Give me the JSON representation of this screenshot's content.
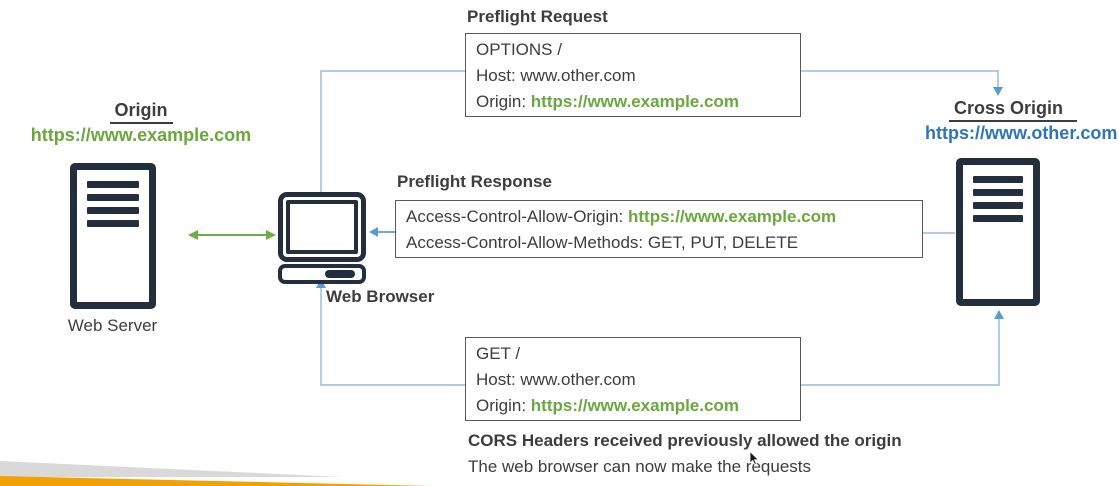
{
  "origin": {
    "heading": "Origin",
    "url": "https://www.example.com",
    "caption": "Web Server"
  },
  "cross_origin": {
    "heading": "Cross Origin",
    "url": "https://www.other.com"
  },
  "browser": {
    "caption": "Web Browser"
  },
  "preflight_request": {
    "heading": "Preflight Request",
    "lines": [
      {
        "text": "OPTIONS /"
      },
      {
        "text": "Host: www.other.com"
      },
      {
        "prefix": "Origin: ",
        "highlight": "https://www.example.com"
      }
    ]
  },
  "preflight_response": {
    "heading": "Preflight Response",
    "lines": [
      {
        "prefix": "Access-Control-Allow-Origin: ",
        "highlight": "https://www.example.com"
      },
      {
        "text": "Access-Control-Allow-Methods: GET, PUT, DELETE"
      }
    ]
  },
  "actual_request": {
    "lines": [
      {
        "text": "GET /"
      },
      {
        "text": "Host: www.other.com"
      },
      {
        "prefix": "Origin: ",
        "highlight": "https://www.example.com"
      }
    ]
  },
  "footnote": {
    "line1": "CORS Headers received previously allowed the origin",
    "line2": "The web browser can now make the requests"
  },
  "colors": {
    "green_url": "#6aa73c",
    "blue_url": "#2e75b6",
    "dark_text": "#3d3d3d",
    "icon_navy": "#232f3e",
    "connector_light_blue": "#a6c3e3",
    "arrow_blue": "#5b9bd5",
    "arrow_green": "#70ad47",
    "box_border_gray": "#595959",
    "wedge_gray": "#d9d9d9",
    "wedge_orange": "#f2a104"
  }
}
